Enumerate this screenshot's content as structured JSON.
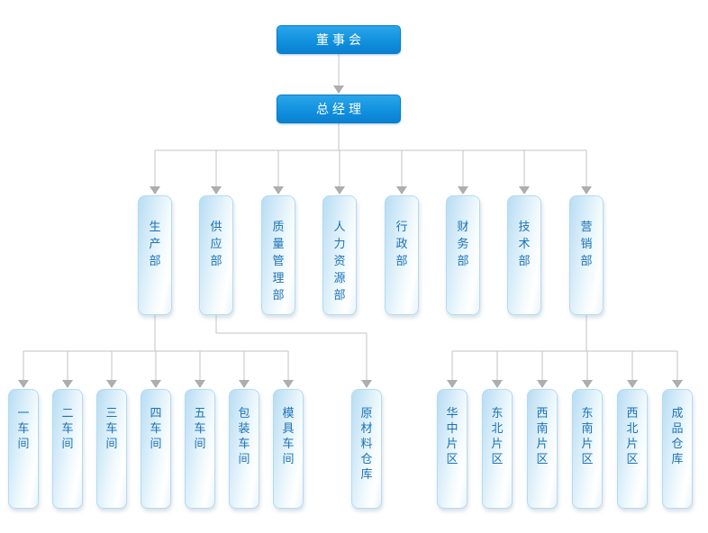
{
  "org_chart": {
    "root": {
      "label": "董事会"
    },
    "general_manager": {
      "label": "总经理"
    },
    "departments": [
      {
        "label": "生产部"
      },
      {
        "label": "供应部"
      },
      {
        "label": "质量管理部"
      },
      {
        "label": "人力资源部"
      },
      {
        "label": "行政部"
      },
      {
        "label": "财务部"
      },
      {
        "label": "技术部"
      },
      {
        "label": "营销部"
      }
    ],
    "production_children": [
      {
        "label": "一车间"
      },
      {
        "label": "二车间"
      },
      {
        "label": "三车间"
      },
      {
        "label": "四车间"
      },
      {
        "label": "五车间"
      },
      {
        "label": "包装车间"
      },
      {
        "label": "模具车间"
      }
    ],
    "supply_children": [
      {
        "label": "原材料仓库"
      }
    ],
    "marketing_children": [
      {
        "label": "华中片区"
      },
      {
        "label": "东北片区"
      },
      {
        "label": "西南片区"
      },
      {
        "label": "东南片区"
      },
      {
        "label": "西北片区"
      },
      {
        "label": "成品仓库"
      }
    ]
  },
  "colors": {
    "primary_node_top": "#2ba6ea",
    "primary_node_bottom": "#0a80d2",
    "primary_node_text": "#ffffff",
    "secondary_node_border": "#b5dbf0",
    "secondary_node_fill_left": "#b7ddf3",
    "secondary_node_fill_right": "#ffffff",
    "secondary_node_text": "#1c72b6",
    "connector_line": "#c3c3c3",
    "connector_arrow": "#aeaeae"
  }
}
